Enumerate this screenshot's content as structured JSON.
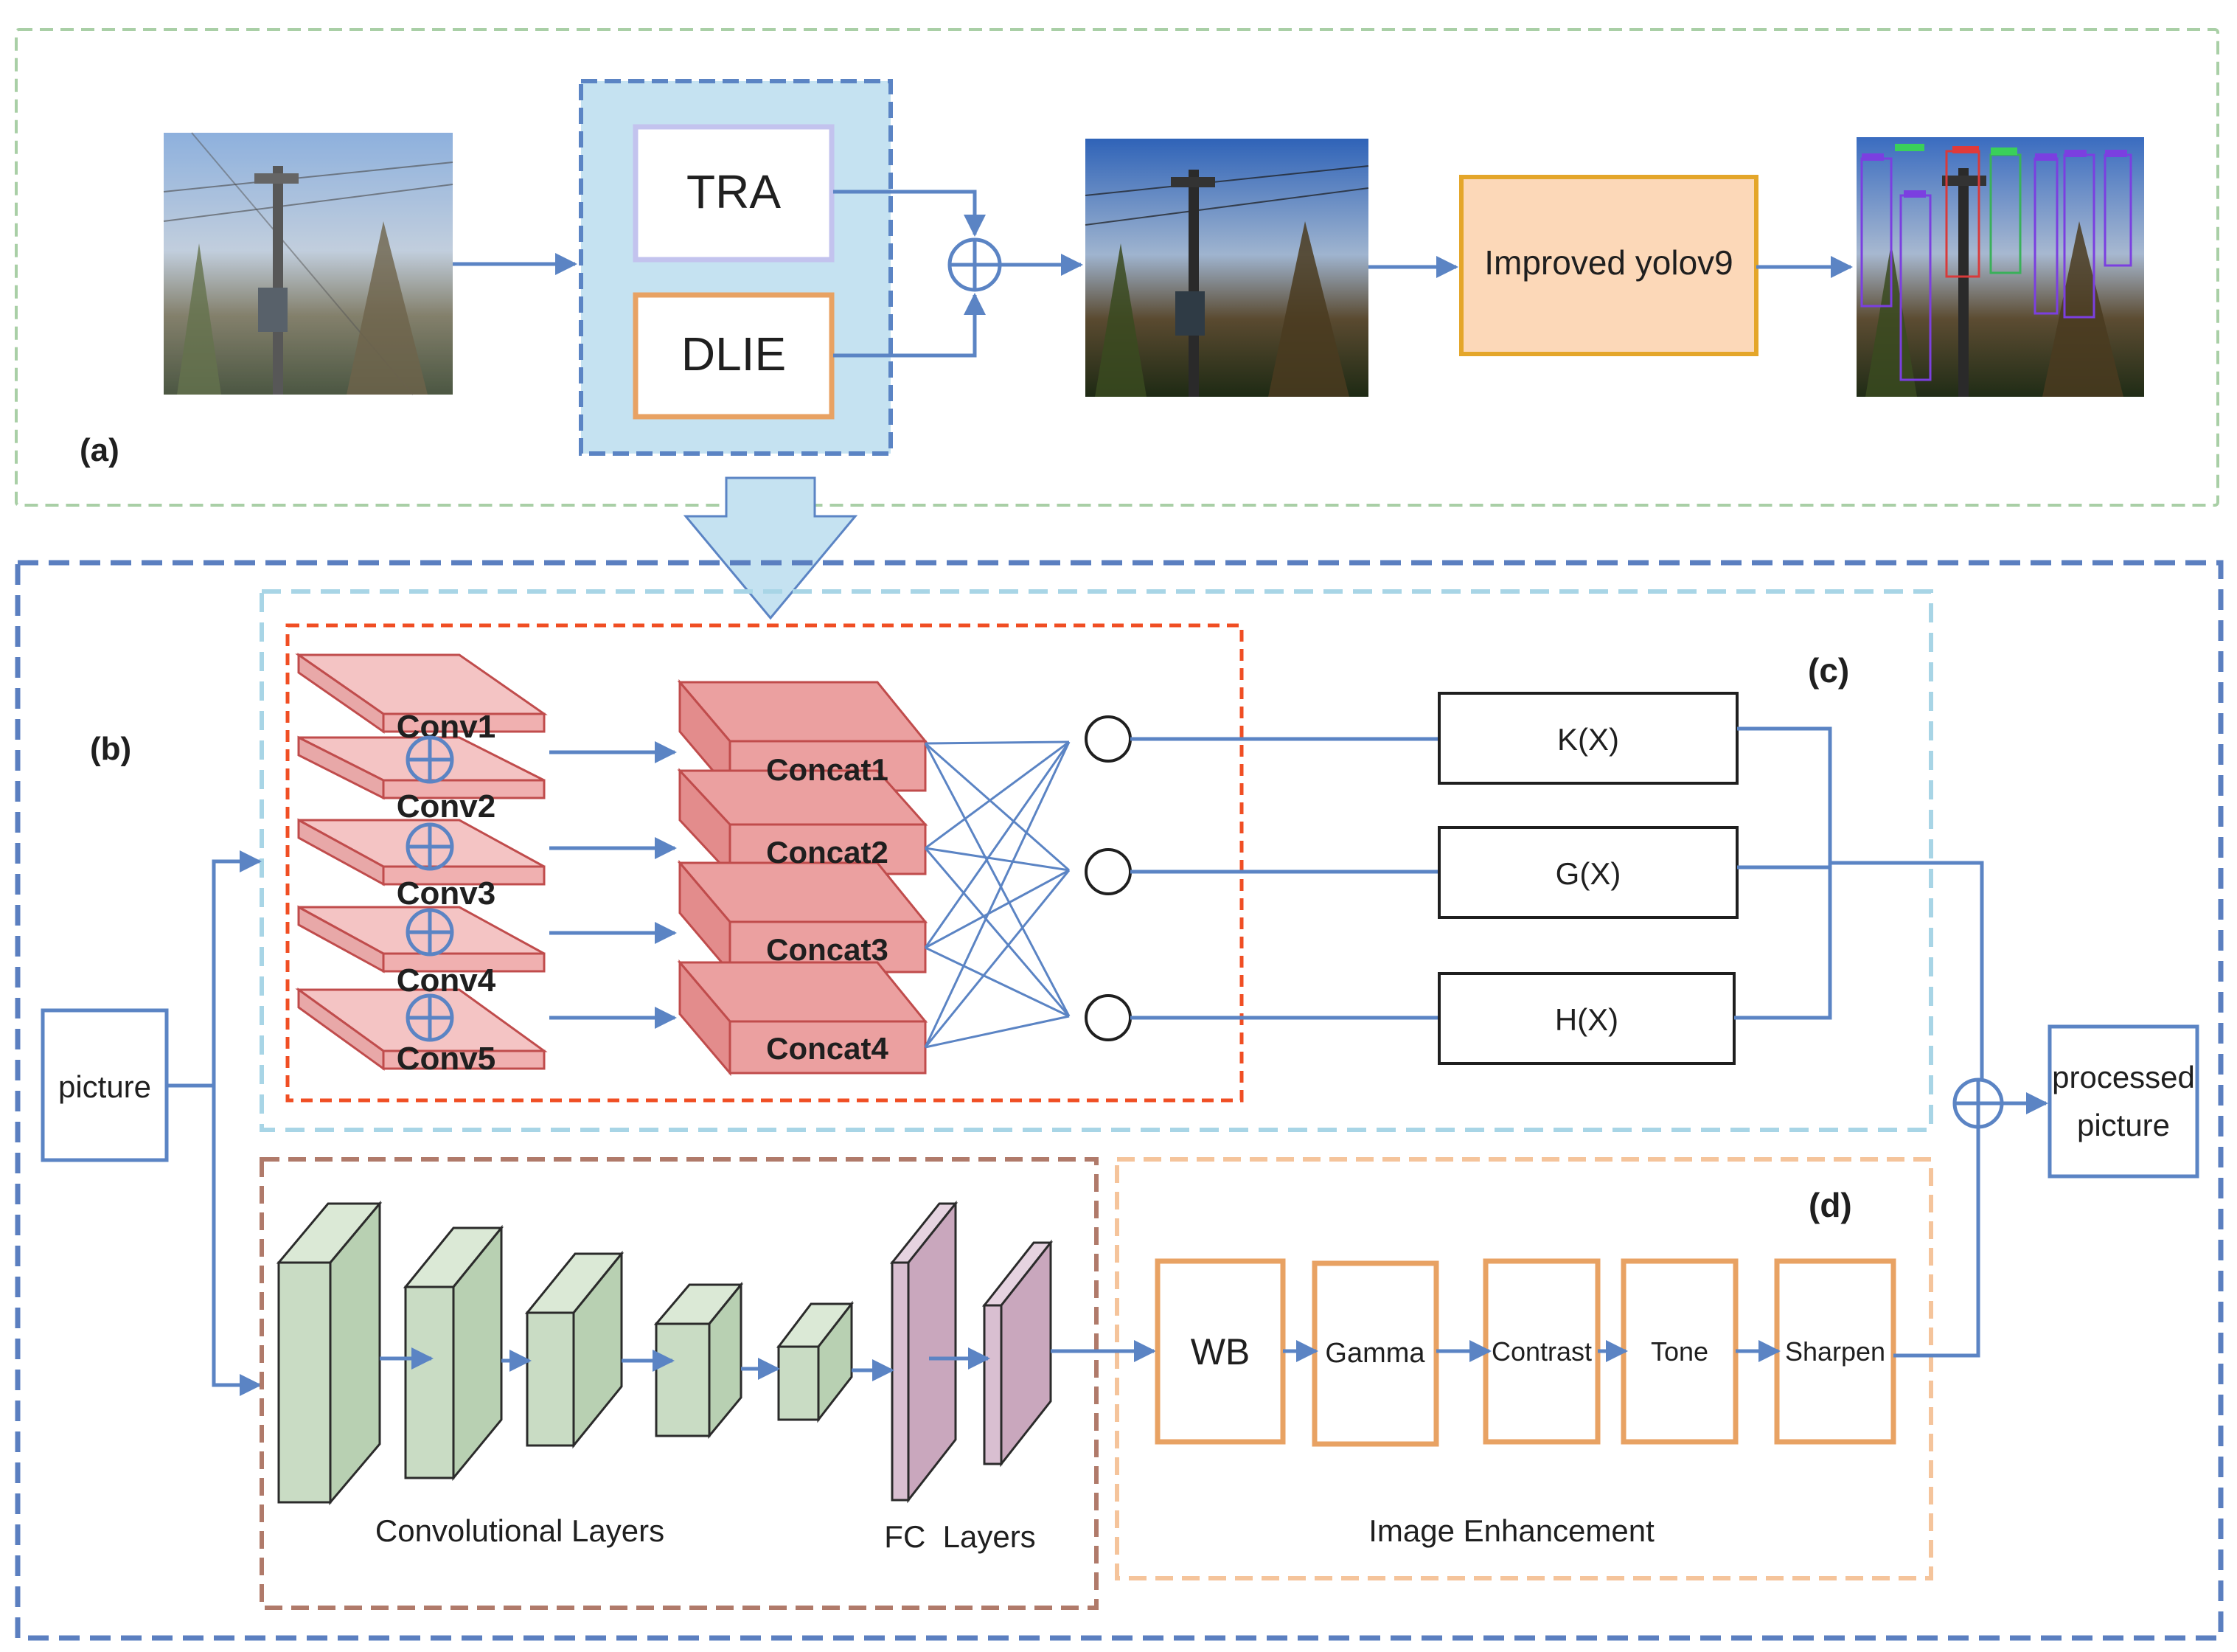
{
  "panel_a": {
    "label": "(a)",
    "tra_label": "TRA",
    "dlie_label": "DLIE",
    "detector_label": "Improved yolov9"
  },
  "panel_b": {
    "label": "(b)"
  },
  "panel_c": {
    "label": "(c)",
    "conv_layers": [
      "Conv1",
      "Conv2",
      "Conv3",
      "Conv4",
      "Conv5"
    ],
    "concat_layers": [
      "Concat1",
      "Concat2",
      "Concat3",
      "Concat4"
    ],
    "functions": [
      "K(X)",
      "G(X)",
      "H(X)"
    ]
  },
  "panel_d": {
    "label": "(d)",
    "conv_caption": "Convolutional Layers",
    "fc_caption": "FC  Layers",
    "enh_caption": "Image Enhancement",
    "steps": [
      "WB",
      "Gamma",
      "Contrast",
      "Tone",
      "Sharpen"
    ]
  },
  "input_label": "picture",
  "output_label_line1": "processed",
  "output_label_line2": "picture",
  "colors": {
    "arrow": "#5b84c4",
    "panel_b_border": "#5b7fc0",
    "panel_a_border": "#a9cfa6",
    "panel_c_border": "#a8d5e6",
    "red_dash": "#f04e23",
    "brown_dash": "#b07a6a",
    "orange_dash": "#f5c49b",
    "conv_fill": "#f4c4c4",
    "concat_fill": "#eba0a0",
    "green_block": "#c9dcc4",
    "purple_block": "#d9bfd1",
    "orange_box": "#e8a263",
    "yolo_fill": "#fcd8b8",
    "yolo_border": "#e4a62a"
  }
}
